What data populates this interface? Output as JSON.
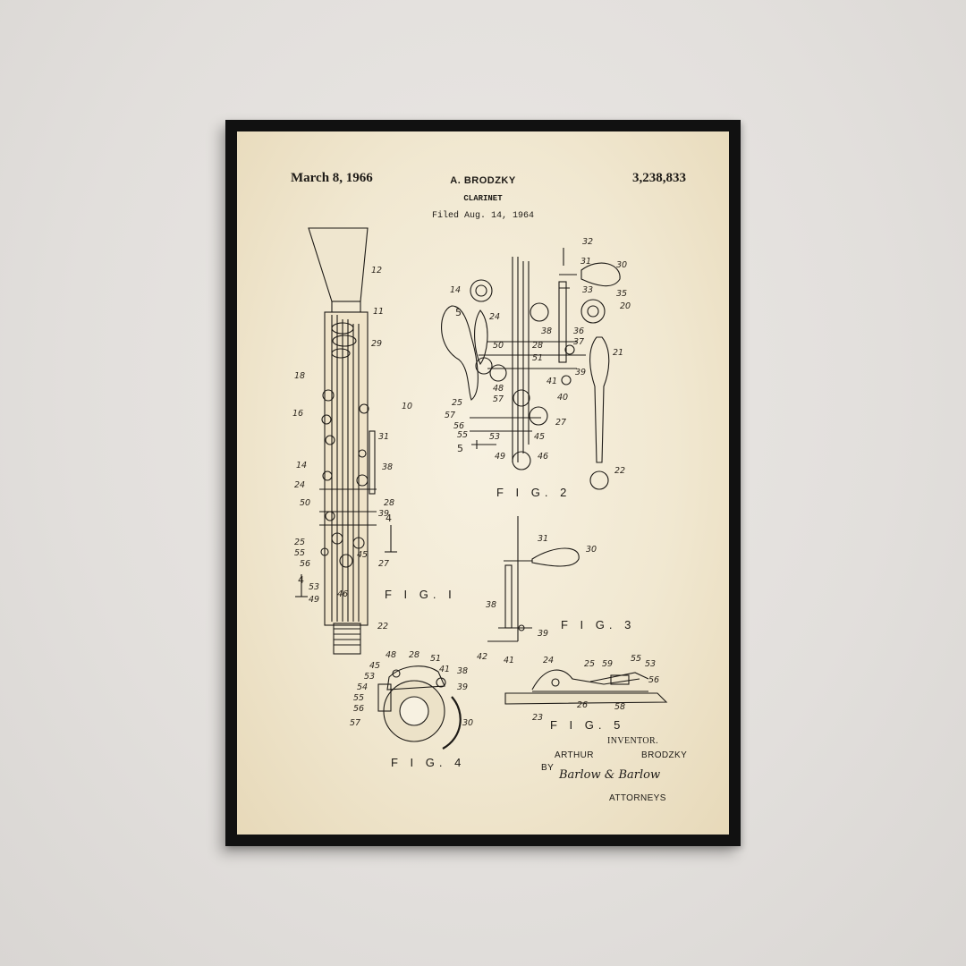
{
  "patent": {
    "date": "March 8, 1966",
    "inventor_header": "A. BRODZKY",
    "number": "3,238,833",
    "subject": "CLARINET",
    "filed": "Filed Aug. 14, 1964"
  },
  "figures": [
    "F I G. I",
    "F I G. 2",
    "F I G. 3",
    "F I G. 4",
    "F I G. 5"
  ],
  "signature_block": {
    "inventor_label": "INVENTOR.",
    "inventor_first": "ARTHUR",
    "inventor_last": "BRODZKY",
    "by": "BY",
    "attorney_signature": "Barlow & Barlow",
    "attorneys_label": "ATTORNEYS"
  },
  "colors": {
    "wall": "#e2dfdc",
    "frame": "#111111",
    "paper": "#f3ebd6",
    "ink": "#1d1a16"
  }
}
